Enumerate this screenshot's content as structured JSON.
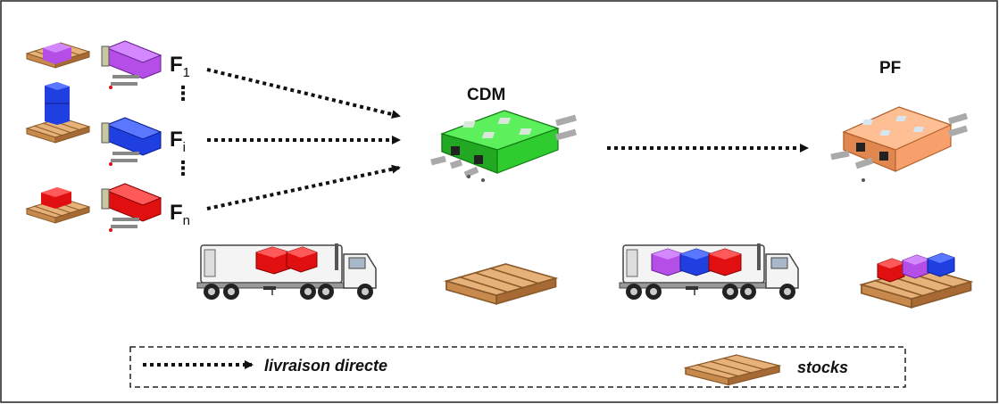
{
  "suppliers": {
    "f1": {
      "letter": "F",
      "index": "1"
    },
    "fi": {
      "letter": "F",
      "index": "i"
    },
    "fn": {
      "letter": "F",
      "index": "n"
    },
    "vertical_dots": "⋮"
  },
  "nodes": {
    "cdm": "CDM",
    "pf": "PF"
  },
  "legend": {
    "direct_delivery": "livraison directe",
    "stocks": "stocks"
  },
  "colors": {
    "purple": "#b44ee6",
    "blue": "#1f3fe0",
    "red": "#e01010",
    "cdm_green": "#2ecc2e",
    "pf_orange": "#f7a06b",
    "pallet": "#d9a36b"
  }
}
